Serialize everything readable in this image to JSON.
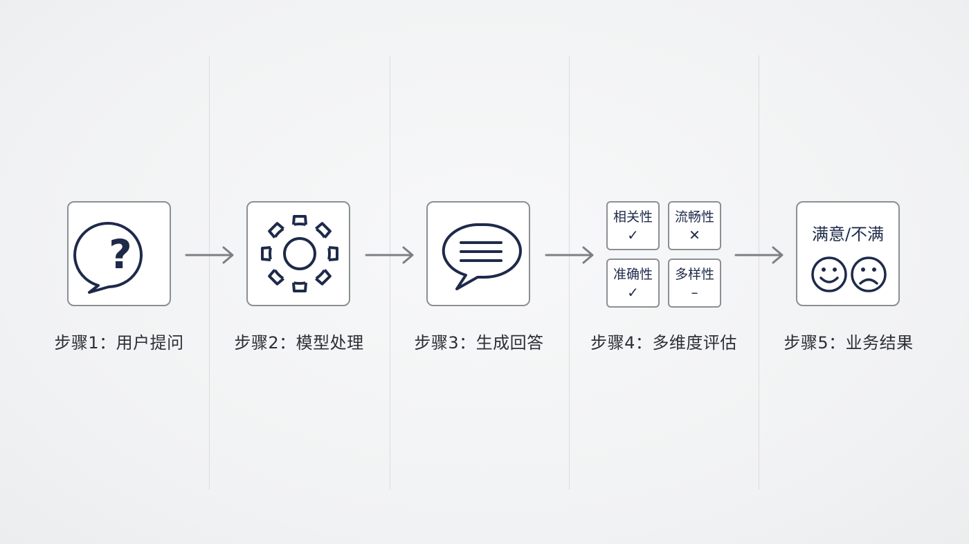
{
  "steps": [
    {
      "label": "步骤1：用户提问",
      "icon": "question-bubble-icon"
    },
    {
      "label": "步骤2：模型处理",
      "icon": "gear-icon"
    },
    {
      "label": "步骤3：生成回答",
      "icon": "speech-bubble-icon"
    },
    {
      "label": "步骤4：多维度评估",
      "icon": "evaluation-grid"
    },
    {
      "label": "步骤5：业务结果",
      "icon": "smiley-faces"
    }
  ],
  "evaluation": [
    {
      "name": "相关性",
      "mark": "✓"
    },
    {
      "name": "流畅性",
      "mark": "✕"
    },
    {
      "name": "准确性",
      "mark": "✓"
    },
    {
      "name": "多样性",
      "mark": "–"
    }
  ],
  "result": {
    "title": "满意/不满",
    "icons": [
      "happy-face-icon",
      "sad-face-icon"
    ]
  },
  "colors": {
    "icon": "#1e2a4a",
    "border": "#8b8e92",
    "arrow": "#7d7f83",
    "divider": "#d9dbde"
  }
}
